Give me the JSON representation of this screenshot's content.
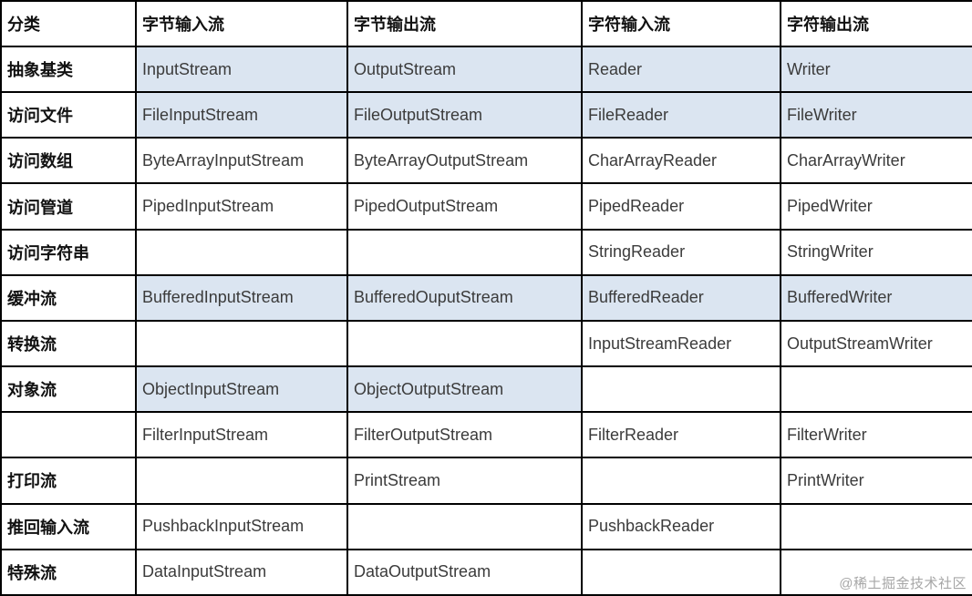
{
  "colors": {
    "highlight": "#dbe5f1",
    "border": "#000000",
    "category_text": "#111111",
    "cell_text": "#3b3b3b",
    "watermark_text": "#a6a6a6"
  },
  "watermark": "@稀土掘金技术社区",
  "table": {
    "headers": [
      "分类",
      "字节输入流",
      "字节输出流",
      "字符输入流",
      "字符输出流"
    ],
    "rows": [
      {
        "category": "抽象基类",
        "cells": [
          "InputStream",
          "OutputStream",
          "Reader",
          "Writer"
        ],
        "highlight": [
          true,
          true,
          true,
          true
        ]
      },
      {
        "category": "访问文件",
        "cells": [
          "FileInputStream",
          "FileOutputStream",
          "FileReader",
          "FileWriter"
        ],
        "highlight": [
          true,
          true,
          true,
          true
        ]
      },
      {
        "category": "访问数组",
        "cells": [
          "ByteArrayInputStream",
          "ByteArrayOutputStream",
          "CharArrayReader",
          "CharArrayWriter"
        ],
        "highlight": [
          false,
          false,
          false,
          false
        ]
      },
      {
        "category": "访问管道",
        "cells": [
          "PipedInputStream",
          "PipedOutputStream",
          "PipedReader",
          "PipedWriter"
        ],
        "highlight": [
          false,
          false,
          false,
          false
        ]
      },
      {
        "category": "访问字符串",
        "cells": [
          "",
          "",
          "StringReader",
          "StringWriter"
        ],
        "highlight": [
          false,
          false,
          false,
          false
        ]
      },
      {
        "category": "缓冲流",
        "cells": [
          "BufferedInputStream",
          "BufferedOuputStream",
          "BufferedReader",
          "BufferedWriter"
        ],
        "highlight": [
          true,
          true,
          true,
          true
        ]
      },
      {
        "category": "转换流",
        "cells": [
          "",
          "",
          "InputStreamReader",
          "OutputStreamWriter"
        ],
        "highlight": [
          false,
          false,
          false,
          false
        ]
      },
      {
        "category": "对象流",
        "cells": [
          "ObjectInputStream",
          "ObjectOutputStream",
          "",
          ""
        ],
        "highlight": [
          true,
          true,
          false,
          false
        ]
      },
      {
        "category": "",
        "cells": [
          "FilterInputStream",
          "FilterOutputStream",
          "FilterReader",
          "FilterWriter"
        ],
        "highlight": [
          false,
          false,
          false,
          false
        ]
      },
      {
        "category": "打印流",
        "cells": [
          "",
          "PrintStream",
          "",
          "PrintWriter"
        ],
        "highlight": [
          false,
          false,
          false,
          false
        ]
      },
      {
        "category": "推回输入流",
        "cells": [
          "PushbackInputStream",
          "",
          "PushbackReader",
          ""
        ],
        "highlight": [
          false,
          false,
          false,
          false
        ]
      },
      {
        "category": "特殊流",
        "cells": [
          "DataInputStream",
          "DataOutputStream",
          "",
          ""
        ],
        "highlight": [
          false,
          false,
          false,
          false
        ]
      }
    ]
  }
}
